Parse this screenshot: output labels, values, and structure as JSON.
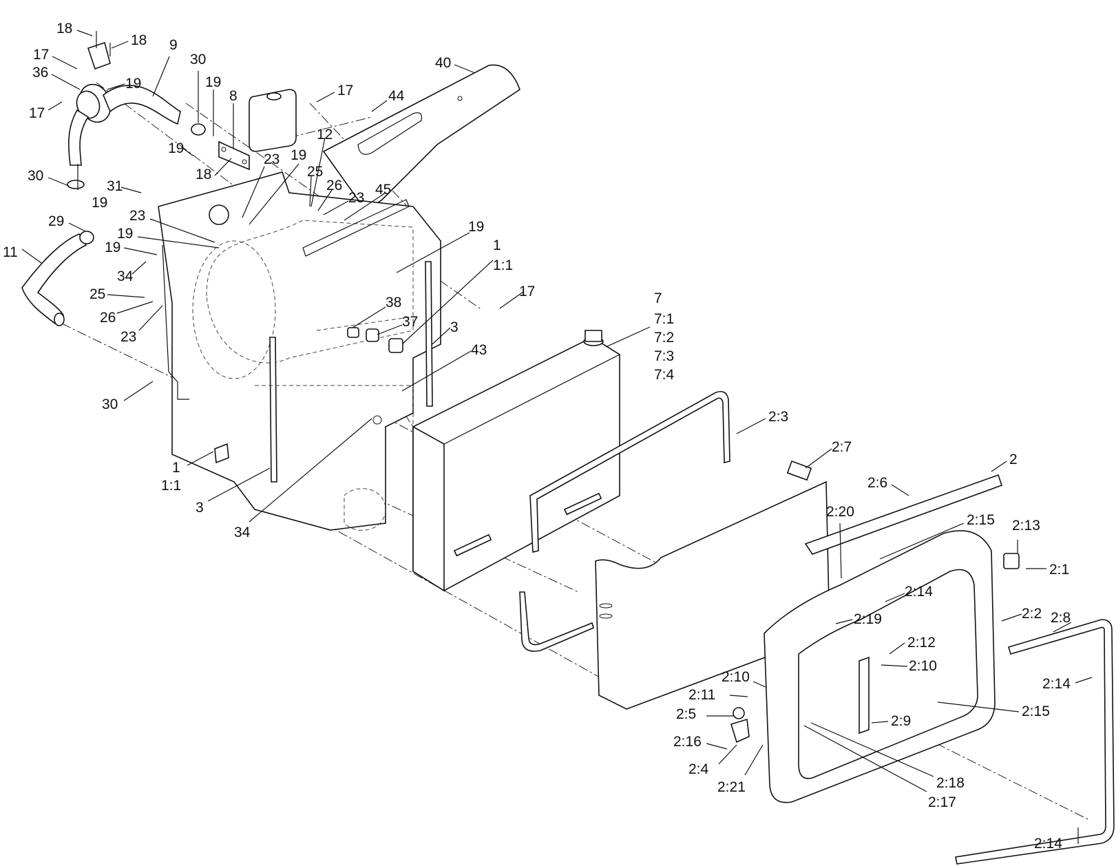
{
  "callouts": [
    {
      "text": "18"
    },
    {
      "text": "18"
    },
    {
      "text": "17"
    },
    {
      "text": "36"
    },
    {
      "text": "19"
    },
    {
      "text": "17"
    },
    {
      "text": "9"
    },
    {
      "text": "30"
    },
    {
      "text": "19"
    },
    {
      "text": "8"
    },
    {
      "text": "19"
    },
    {
      "text": "17"
    },
    {
      "text": "44"
    },
    {
      "text": "40"
    },
    {
      "text": "30"
    },
    {
      "text": "19"
    },
    {
      "text": "31"
    },
    {
      "text": "18"
    },
    {
      "text": "23"
    },
    {
      "text": "19"
    },
    {
      "text": "12"
    },
    {
      "text": "25"
    },
    {
      "text": "26"
    },
    {
      "text": "23"
    },
    {
      "text": "45"
    },
    {
      "text": "29"
    },
    {
      "text": "23"
    },
    {
      "text": "19"
    },
    {
      "text": "11"
    },
    {
      "text": "19"
    },
    {
      "text": "34"
    },
    {
      "text": "25"
    },
    {
      "text": "26"
    },
    {
      "text": "23"
    },
    {
      "text": "19"
    },
    {
      "text": "1"
    },
    {
      "text": "1:1"
    },
    {
      "text": "17"
    },
    {
      "text": "38"
    },
    {
      "text": "37"
    },
    {
      "text": "3"
    },
    {
      "text": "43"
    },
    {
      "text": "7"
    },
    {
      "text": "7:1"
    },
    {
      "text": "7:2"
    },
    {
      "text": "7:3"
    },
    {
      "text": "7:4"
    },
    {
      "text": "30"
    },
    {
      "text": "1"
    },
    {
      "text": "1:1"
    },
    {
      "text": "3"
    },
    {
      "text": "34"
    },
    {
      "text": "2:3"
    },
    {
      "text": "2:7"
    },
    {
      "text": "2"
    },
    {
      "text": "2:6"
    },
    {
      "text": "2:20"
    },
    {
      "text": "2:15"
    },
    {
      "text": "2:13"
    },
    {
      "text": "2:1"
    },
    {
      "text": "2:14"
    },
    {
      "text": "2:19"
    },
    {
      "text": "2:2"
    },
    {
      "text": "2:8"
    },
    {
      "text": "2:12"
    },
    {
      "text": "2:10"
    },
    {
      "text": "2:10"
    },
    {
      "text": "2:11"
    },
    {
      "text": "2:14"
    },
    {
      "text": "2:5"
    },
    {
      "text": "2:15"
    },
    {
      "text": "2:9"
    },
    {
      "text": "2:16"
    },
    {
      "text": "2:4"
    },
    {
      "text": "2:21"
    },
    {
      "text": "2:18"
    },
    {
      "text": "2:17"
    },
    {
      "text": "2:14"
    }
  ]
}
